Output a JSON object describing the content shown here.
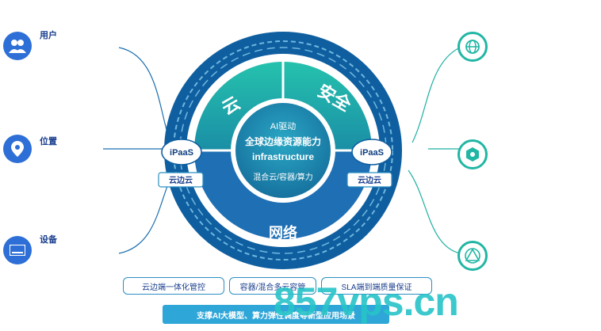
{
  "center": {
    "line1": "AI驱动",
    "line2": "全球边缘资源能力",
    "line3": "infrastructure",
    "line4": "混合云/容器/算力"
  },
  "ring": {
    "cloud": "云",
    "security": "安全",
    "network": "网络"
  },
  "ipaas": {
    "left": "iPaaS",
    "right": "iPaaS",
    "left_sub": "云边云",
    "right_sub": "云边云"
  },
  "left_items": [
    {
      "icon": "users-icon",
      "label": "用户",
      "desc": "",
      "tag": ""
    },
    {
      "icon": "location-pin-icon",
      "label": "位置",
      "desc": "",
      "tag": ""
    },
    {
      "icon": "server-icon",
      "label": "设备",
      "desc": "",
      "tag": ""
    }
  ],
  "right_items": [
    {
      "icon": "globe-icon",
      "label": "",
      "desc": "",
      "tag": ""
    },
    {
      "icon": "hexagon-icon",
      "label": "",
      "desc": "",
      "tag": ""
    },
    {
      "icon": "triangle-node-icon",
      "label": "",
      "desc": "",
      "tag": ""
    }
  ],
  "bottom_pills": [
    "云边端一体化管控",
    "容器/混合多云容管",
    "SLA端到端质量保证"
  ],
  "bottom_bar": "支撑AI大模型、算力弹性调度等新型应用场景",
  "watermark": "857vps.cn",
  "colors": {
    "ring_outer": "#0f5fa0",
    "ring_teal": "#1fb0a2",
    "ring_blue": "#1f6fb5",
    "center_fill": "#1c8fb0",
    "accent_blue": "#2d6fd6",
    "accent_teal": "#21b6a4"
  }
}
